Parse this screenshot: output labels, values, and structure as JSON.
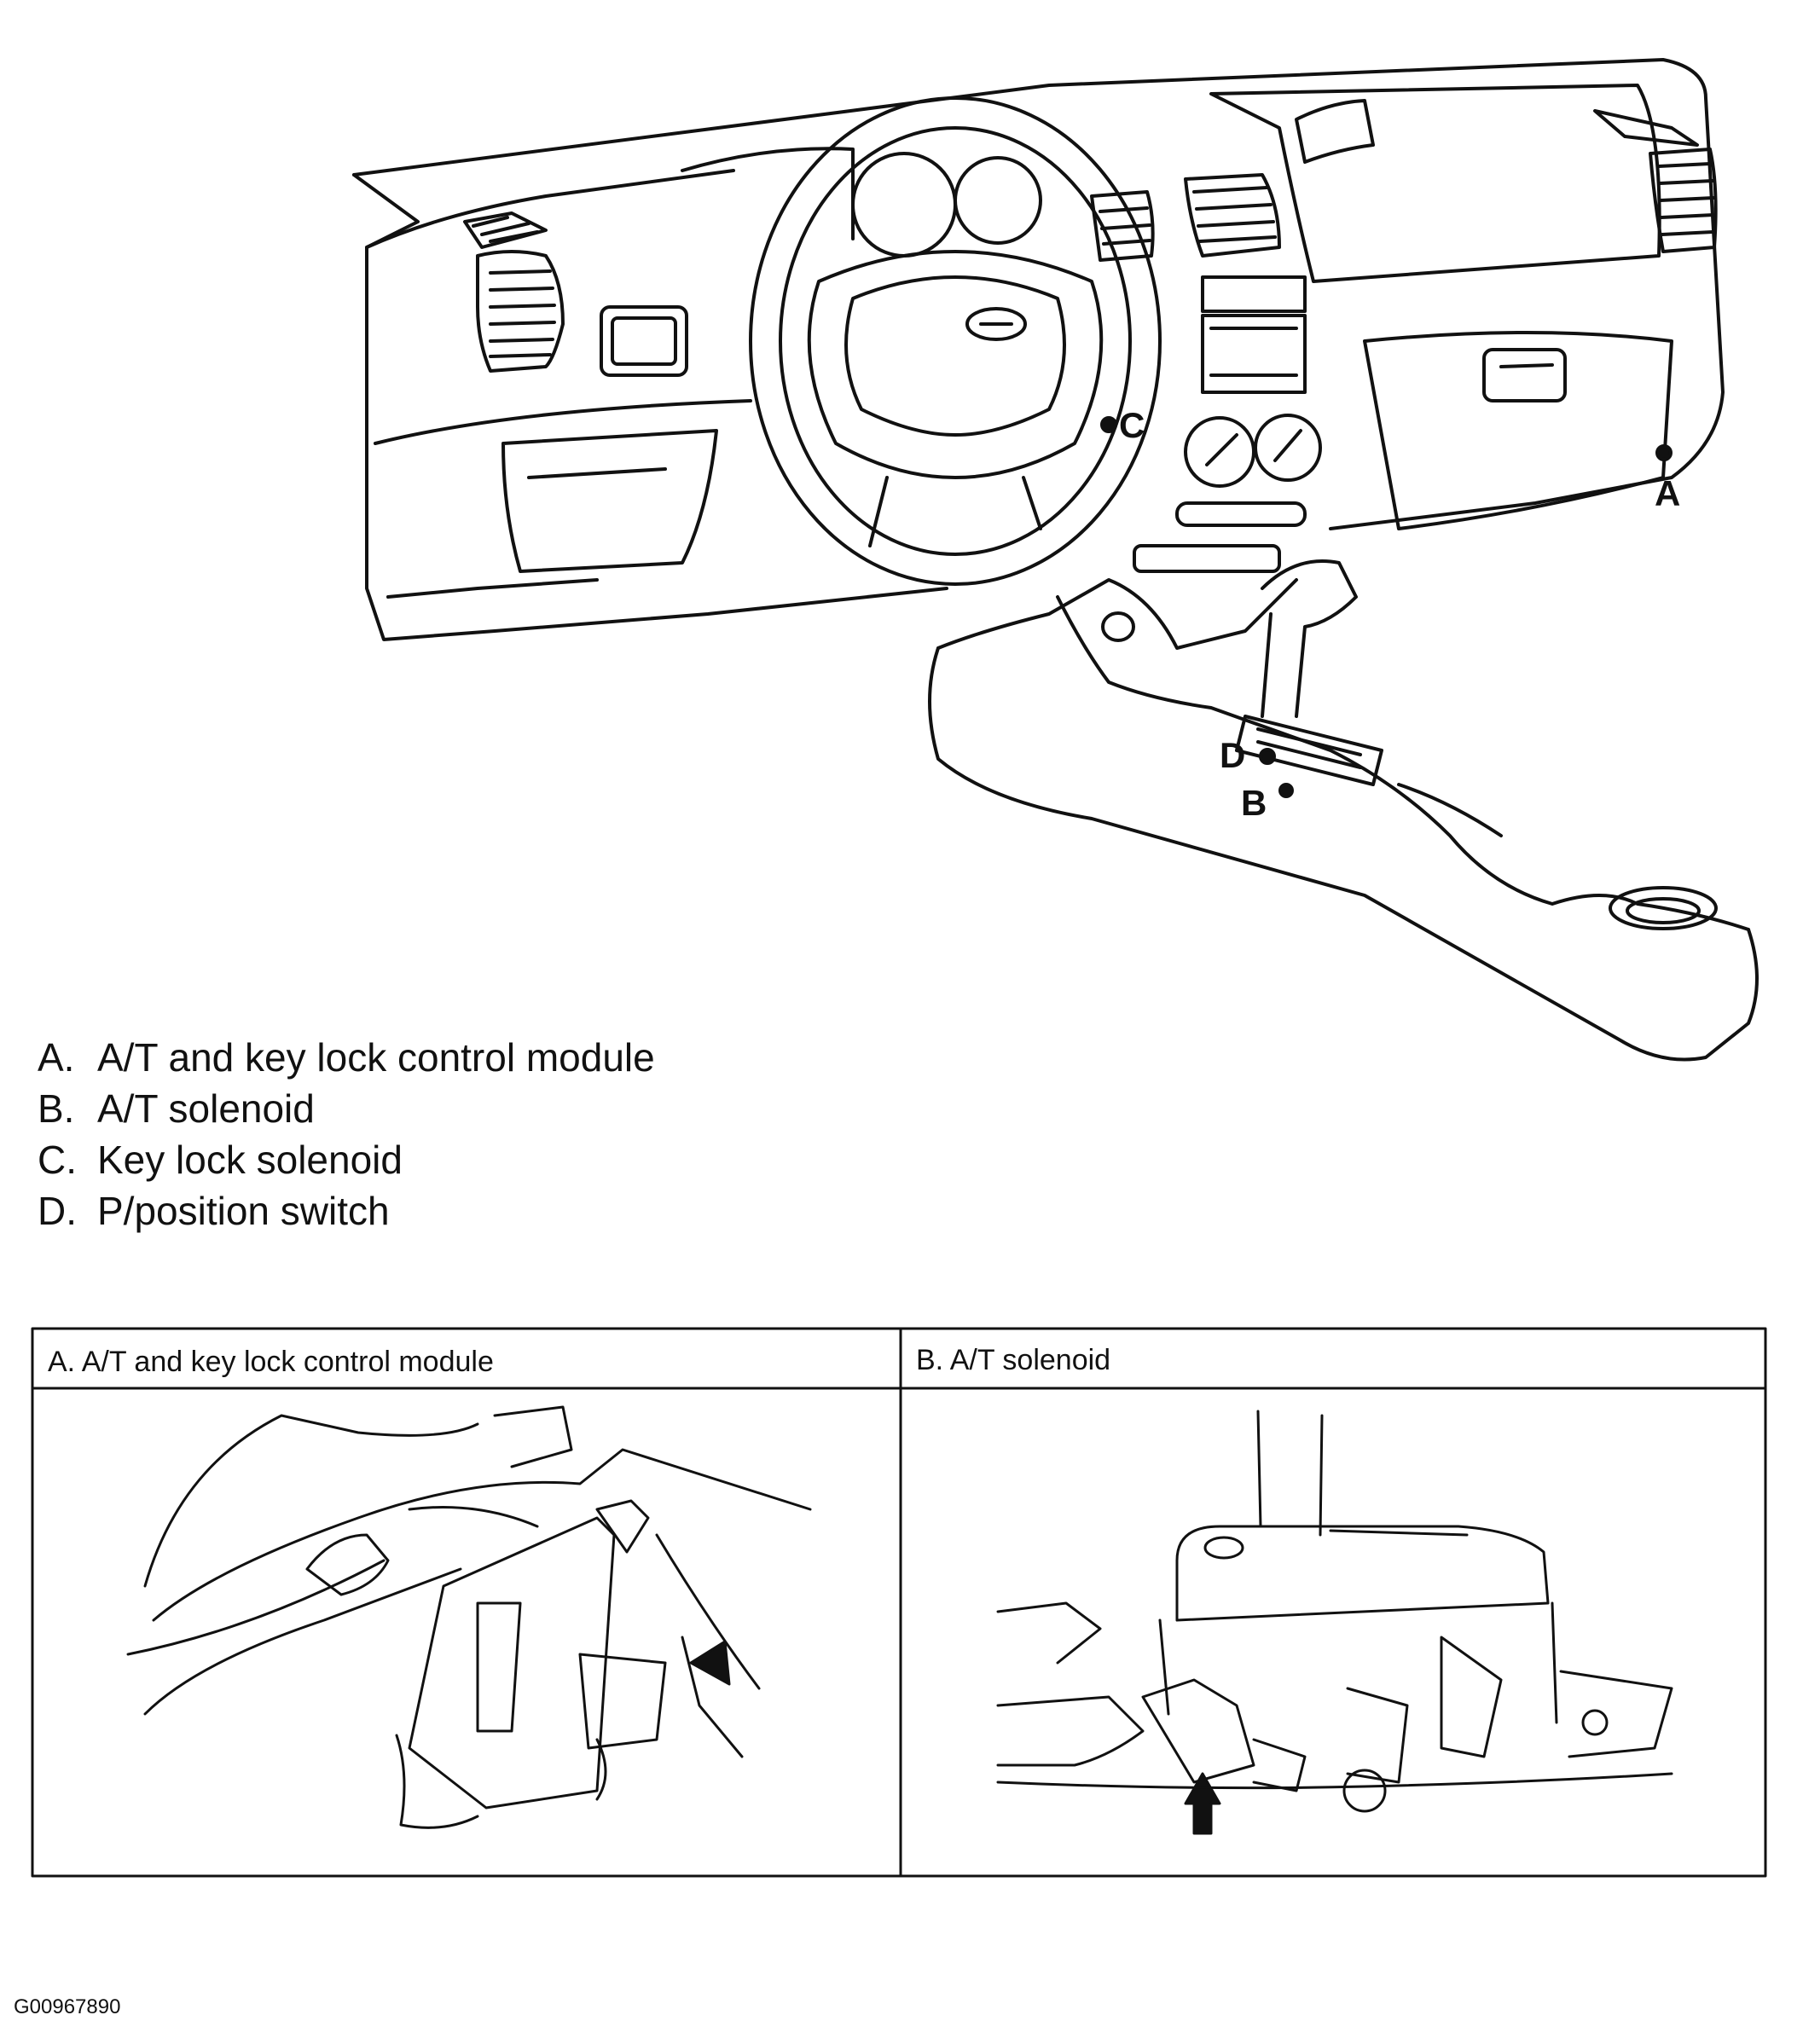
{
  "callouts": {
    "a": "A",
    "b": "B",
    "c": "C",
    "d": "D"
  },
  "legend": [
    {
      "key": "A.",
      "text": "A/T and key lock control module"
    },
    {
      "key": "B.",
      "text": "A/T solenoid"
    },
    {
      "key": "C.",
      "text": "Key lock solenoid"
    },
    {
      "key": "D.",
      "text": "P/position switch"
    }
  ],
  "panels": [
    {
      "title": "A. A/T and key lock control module"
    },
    {
      "title": "B. A/T solenoid"
    }
  ],
  "figure_id": "G00967890"
}
